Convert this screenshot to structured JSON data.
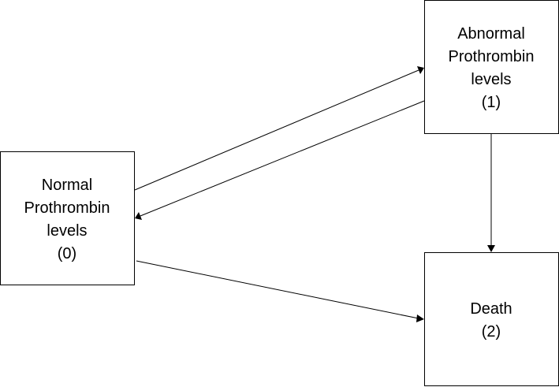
{
  "diagram": {
    "nodes": [
      {
        "id": "normal",
        "lines": [
          "Normal",
          "Prothrombin",
          "levels",
          "(0)"
        ]
      },
      {
        "id": "abnormal",
        "lines": [
          "Abnormal",
          "Prothrombin",
          "levels",
          "(1)"
        ]
      },
      {
        "id": "death",
        "lines": [
          "Death",
          "(2)"
        ]
      }
    ],
    "edges": [
      {
        "from": "normal",
        "to": "abnormal"
      },
      {
        "from": "abnormal",
        "to": "normal"
      },
      {
        "from": "abnormal",
        "to": "death"
      },
      {
        "from": "normal",
        "to": "death"
      }
    ],
    "colors": {
      "stroke": "#000000",
      "fill": "#ffffff"
    }
  }
}
